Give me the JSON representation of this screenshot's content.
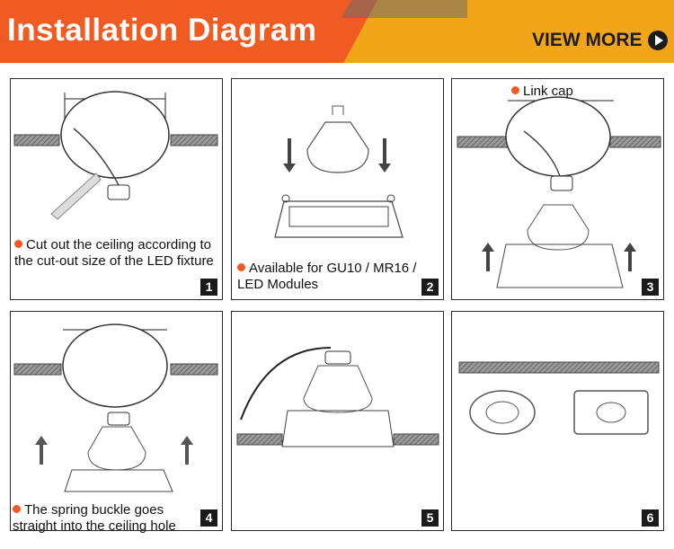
{
  "header": {
    "title": "Installation Diagram",
    "view_more": "VIEW MORE"
  },
  "colors": {
    "orange": "#f05a23",
    "amber": "#f3a51a",
    "dark": "#1c1c1c"
  },
  "panels": [
    {
      "number": "1",
      "caption": "Cut out the ceiling according to the cut-out size of the LED fixture"
    },
    {
      "number": "2",
      "caption": "Available for GU10 / MR16 / LED Modules"
    },
    {
      "number": "3",
      "label": "Link cap"
    },
    {
      "number": "4",
      "caption": "The spring buckle goes straight into the ceiling hole"
    },
    {
      "number": "5"
    },
    {
      "number": "6"
    }
  ]
}
